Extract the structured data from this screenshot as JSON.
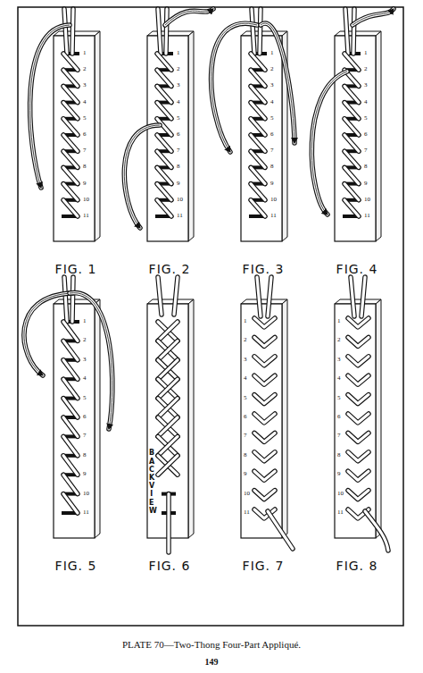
{
  "diagram": {
    "caption": "PLATE 70—Two-Thong Four-Part Appliqué.",
    "labels": [
      "1",
      "2",
      "3",
      "4",
      "5",
      "6",
      "7",
      "8",
      "9",
      "10",
      "11",
      "FIG. 1",
      "1",
      "2",
      "3",
      "4",
      "5",
      "6",
      "7",
      "8",
      "9",
      "10",
      "11",
      "FIG. 2",
      "1",
      "2",
      "3",
      "4",
      "5",
      "6",
      "7",
      "8",
      "9",
      "10",
      "11",
      "FIG. 3",
      "1",
      "2",
      "3",
      "4",
      "5",
      "6",
      "7",
      "8",
      "9",
      "10",
      "11",
      "FIG. 4",
      "1",
      "2",
      "3",
      "4",
      "5",
      "6",
      "7",
      "8",
      "9",
      "10",
      "11",
      "FIG. 5",
      "BACK VIEW",
      "FIG. 6",
      "1",
      "2",
      "3",
      "4",
      "5",
      "6",
      "7",
      "8",
      "9",
      "10",
      "11",
      "FIG. 7",
      "1",
      "2",
      "3",
      "4",
      "5",
      "6",
      "7",
      "8",
      "9",
      "10",
      "11",
      "FIG. 8",
      "149"
    ]
  }
}
